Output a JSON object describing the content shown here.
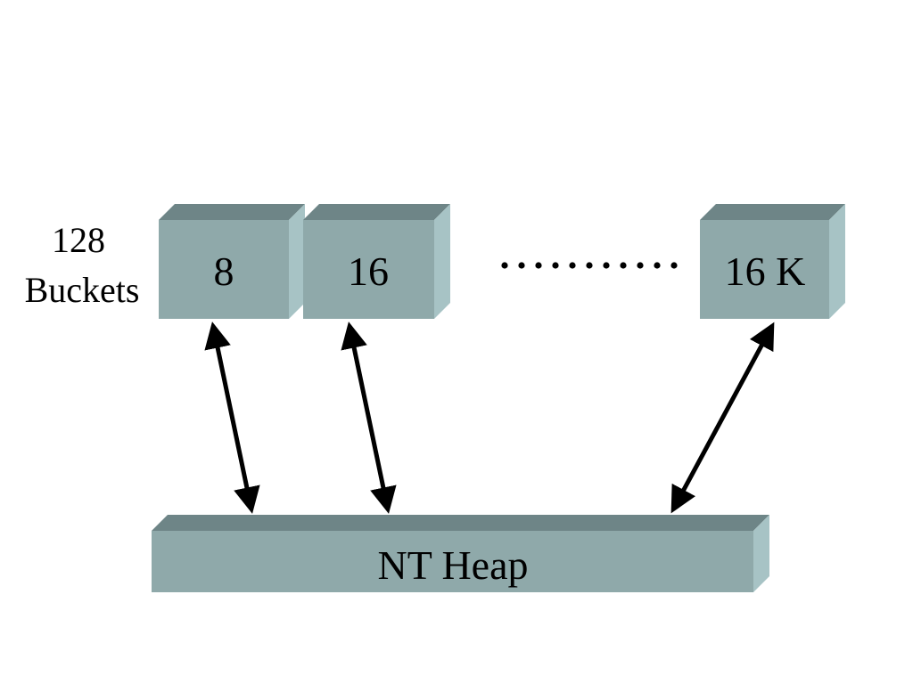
{
  "labels": {
    "bucket_count": "128",
    "bucket_word": "Buckets",
    "heap": "NT Heap"
  },
  "buckets": [
    {
      "label": "8"
    },
    {
      "label": "16"
    },
    {
      "label": "16 K"
    }
  ],
  "colors": {
    "box_front": "#8fa9aa",
    "box_top": "#6e8587",
    "box_side": "#a7c3c5",
    "arrow": "#000000",
    "dots": "#000000"
  }
}
